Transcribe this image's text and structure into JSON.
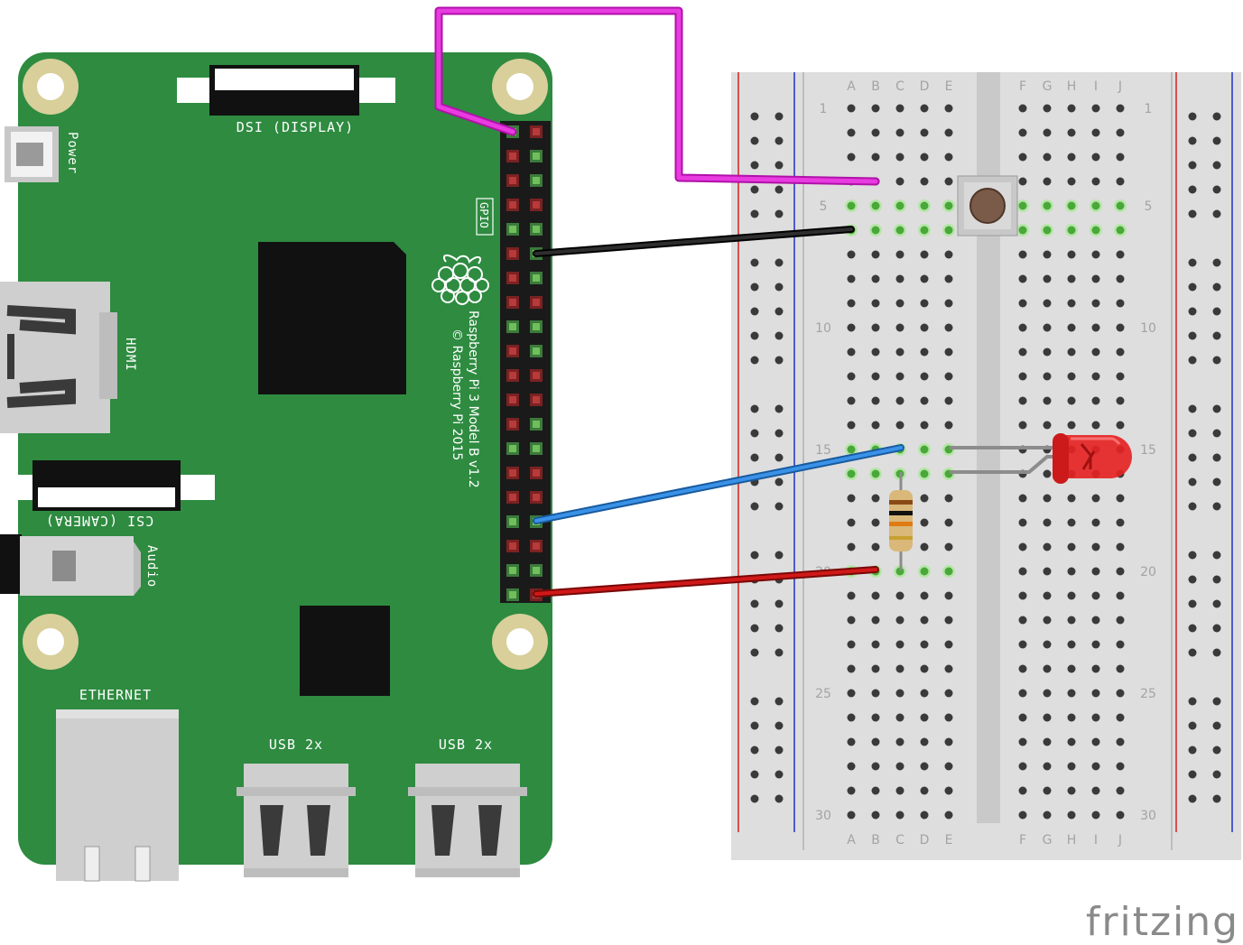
{
  "pi": {
    "labels": {
      "dsi": "DSI (DISPLAY)",
      "power": "Power",
      "hdmi": "HDMI",
      "csi": "CSI (CAMERA)",
      "audio": "Audio",
      "gpio": "GPIO",
      "ethernet": "ETHERNET",
      "usb_left": "USB 2x",
      "usb_right": "USB 2x",
      "model": "Raspberry Pi 3 Model B v1.2",
      "copyright": "© Raspberry Pi 2015"
    }
  },
  "breadboard": {
    "col_letters_left": [
      "A",
      "B",
      "C",
      "D",
      "E"
    ],
    "col_letters_right": [
      "F",
      "G",
      "H",
      "I",
      "J"
    ],
    "row_numbers": [
      "1",
      "5",
      "10",
      "15",
      "20",
      "25",
      "30"
    ]
  },
  "brand": {
    "logo_text": "fritzing"
  },
  "colors": {
    "board_green": "#2e8b40",
    "wire_magenta": "#e01fd8",
    "wire_black": "#1a1a1a",
    "wire_blue": "#2a7fd6",
    "wire_red": "#c00f0f",
    "led_red": "#e52424",
    "breadboard_bg": "#dedede"
  },
  "icons": {
    "raspberry": "raspberry-logo-icon",
    "button": "push-button-icon",
    "led": "led-icon",
    "resistor": "resistor-icon"
  }
}
